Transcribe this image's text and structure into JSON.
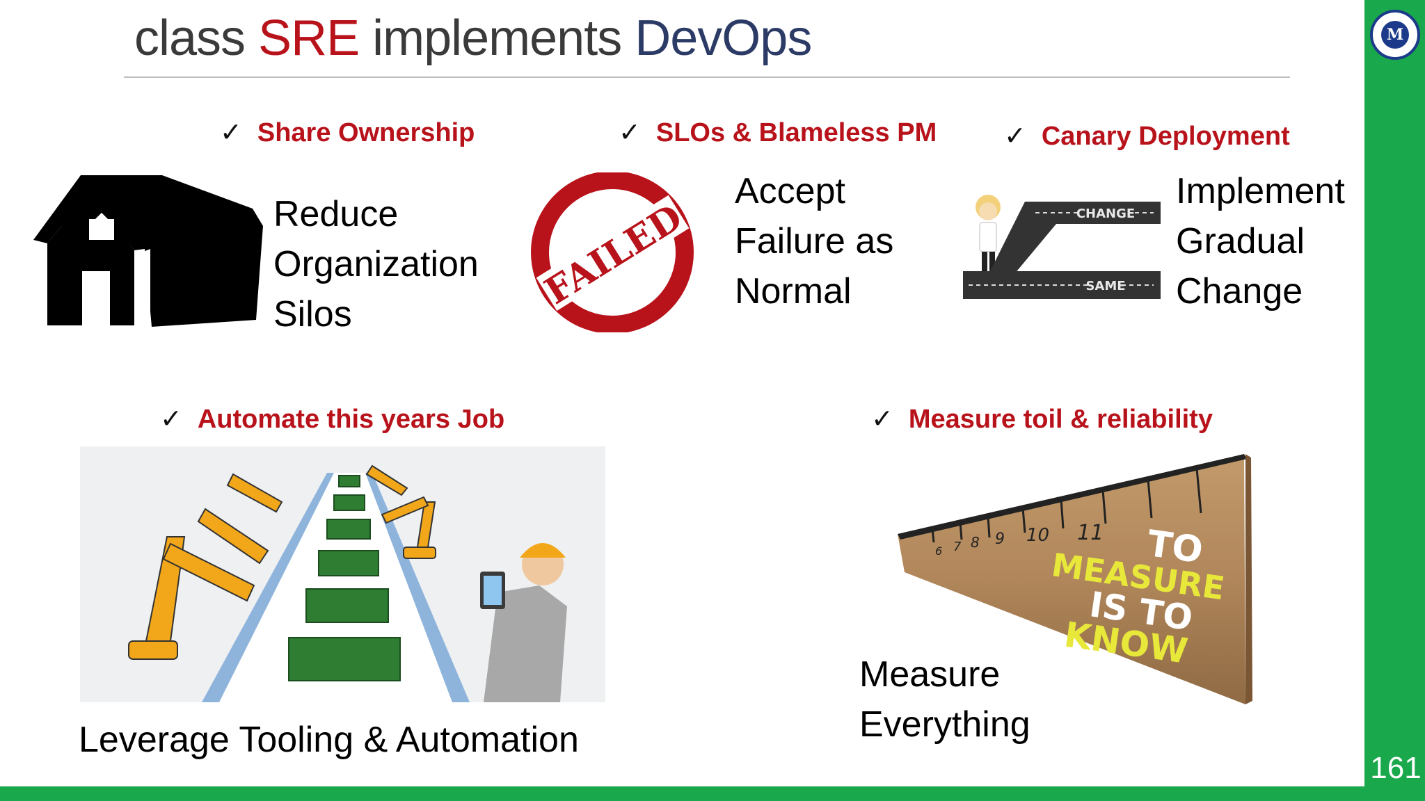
{
  "title": {
    "prefix": "class ",
    "sre": "SRE",
    "middle": " implements ",
    "devops": "DevOps"
  },
  "page_number": "161",
  "logo_text": "M",
  "checks": {
    "tick": "✓",
    "share": "Share Ownership",
    "slo": "SLOs & Blameless PM",
    "canary": "Canary Deployment",
    "automate": "Automate this years Job",
    "measure": "Measure toil & reliability"
  },
  "texts": {
    "reduce": [
      "Reduce",
      "Organization",
      "Silos"
    ],
    "accept": [
      "Accept",
      "Failure as",
      "Normal"
    ],
    "implement": [
      "Implement",
      "Gradual",
      "Change"
    ],
    "leverage": "Leverage Tooling & Automation",
    "measure_everything": [
      "Measure",
      "Everything"
    ]
  },
  "images": {
    "failed_stamp": "FAILED",
    "road_change": "CHANGE",
    "road_same": "SAME",
    "ruler_lines": [
      "TO",
      "MEASURE",
      "IS TO",
      "KNOW"
    ],
    "ruler_numbers": [
      "6",
      "7",
      "8",
      "9",
      "10",
      "11"
    ]
  },
  "colors": {
    "accent_red": "#b8121b",
    "green_bar": "#1aa84c",
    "navy": "#2c3b66"
  },
  "icons": [
    "barn-icon",
    "failed-stamp-icon",
    "road-fork-icon",
    "factory-robots-icon",
    "ruler-icon",
    "logo-icon",
    "check-icon"
  ]
}
